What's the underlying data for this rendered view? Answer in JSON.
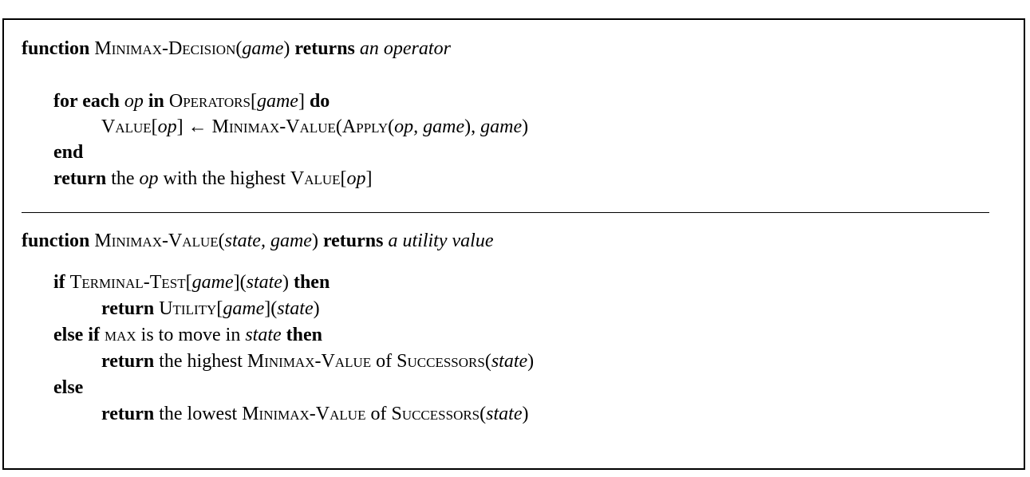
{
  "functions": [
    {
      "header": [
        {
          "t": "function",
          "s": "kw"
        },
        {
          "t": " "
        },
        {
          "t": "Minimax-Decision",
          "s": "sc"
        },
        {
          "t": "("
        },
        {
          "t": "game",
          "s": "it"
        },
        {
          "t": ") "
        },
        {
          "t": "returns",
          "s": "kw"
        },
        {
          "t": " "
        },
        {
          "t": "an operator",
          "s": "it"
        }
      ],
      "body": [
        {
          "indent": 1,
          "parts": [
            {
              "t": "for each",
              "s": "kw"
            },
            {
              "t": " "
            },
            {
              "t": "op",
              "s": "it"
            },
            {
              "t": " "
            },
            {
              "t": "in",
              "s": "kw"
            },
            {
              "t": " "
            },
            {
              "t": "Operators",
              "s": "sc"
            },
            {
              "t": "["
            },
            {
              "t": "game",
              "s": "it"
            },
            {
              "t": "] "
            },
            {
              "t": "do",
              "s": "kw"
            }
          ]
        },
        {
          "indent": 2,
          "parts": [
            {
              "t": "Value",
              "s": "sc"
            },
            {
              "t": "["
            },
            {
              "t": "op",
              "s": "it"
            },
            {
              "t": "] ← "
            },
            {
              "t": "Minimax-Value",
              "s": "sc"
            },
            {
              "t": "("
            },
            {
              "t": "Apply",
              "s": "sc"
            },
            {
              "t": "("
            },
            {
              "t": "op, game",
              "s": "it"
            },
            {
              "t": "), "
            },
            {
              "t": "game",
              "s": "it"
            },
            {
              "t": ")"
            }
          ]
        },
        {
          "indent": 1,
          "parts": [
            {
              "t": "end",
              "s": "kw"
            }
          ]
        },
        {
          "indent": 1,
          "parts": [
            {
              "t": "return",
              "s": "kw"
            },
            {
              "t": " the "
            },
            {
              "t": "op",
              "s": "it"
            },
            {
              "t": " with the highest "
            },
            {
              "t": "Value",
              "s": "sc"
            },
            {
              "t": "["
            },
            {
              "t": "op",
              "s": "it"
            },
            {
              "t": "]"
            }
          ]
        }
      ]
    },
    {
      "header": [
        {
          "t": "function",
          "s": "kw"
        },
        {
          "t": " "
        },
        {
          "t": "Minimax-Value",
          "s": "sc"
        },
        {
          "t": "("
        },
        {
          "t": "state, game",
          "s": "it"
        },
        {
          "t": ") "
        },
        {
          "t": "returns",
          "s": "kw"
        },
        {
          "t": " "
        },
        {
          "t": "a utility value",
          "s": "it"
        }
      ],
      "body": [
        {
          "indent": 1,
          "parts": [
            {
              "t": "if",
              "s": "kw"
            },
            {
              "t": " "
            },
            {
              "t": "Terminal-Test",
              "s": "sc"
            },
            {
              "t": "["
            },
            {
              "t": "game",
              "s": "it"
            },
            {
              "t": "]("
            },
            {
              "t": "state",
              "s": "it"
            },
            {
              "t": ") "
            },
            {
              "t": "then",
              "s": "kw"
            }
          ]
        },
        {
          "indent": 2,
          "parts": [
            {
              "t": "return",
              "s": "kw"
            },
            {
              "t": " "
            },
            {
              "t": "Utility",
              "s": "sc"
            },
            {
              "t": "["
            },
            {
              "t": "game",
              "s": "it"
            },
            {
              "t": "]("
            },
            {
              "t": "state",
              "s": "it"
            },
            {
              "t": ")"
            }
          ]
        },
        {
          "indent": 1,
          "parts": [
            {
              "t": "else if",
              "s": "kw"
            },
            {
              "t": "  "
            },
            {
              "t": "max",
              "s": "sc"
            },
            {
              "t": " is to move in "
            },
            {
              "t": "state",
              "s": "it"
            },
            {
              "t": " "
            },
            {
              "t": "then",
              "s": "kw"
            }
          ]
        },
        {
          "indent": 2,
          "parts": [
            {
              "t": "return",
              "s": "kw"
            },
            {
              "t": " the highest "
            },
            {
              "t": "Minimax-Value",
              "s": "sc"
            },
            {
              "t": " of "
            },
            {
              "t": "Successors",
              "s": "sc"
            },
            {
              "t": "("
            },
            {
              "t": "state",
              "s": "it"
            },
            {
              "t": ")"
            }
          ]
        },
        {
          "indent": 1,
          "parts": [
            {
              "t": "else",
              "s": "kw"
            }
          ]
        },
        {
          "indent": 2,
          "parts": [
            {
              "t": "return",
              "s": "kw"
            },
            {
              "t": " the lowest "
            },
            {
              "t": "Minimax-Value",
              "s": "sc"
            },
            {
              "t": " of "
            },
            {
              "t": "Successors",
              "s": "sc"
            },
            {
              "t": "("
            },
            {
              "t": "state",
              "s": "it"
            },
            {
              "t": ")"
            }
          ]
        }
      ]
    }
  ]
}
